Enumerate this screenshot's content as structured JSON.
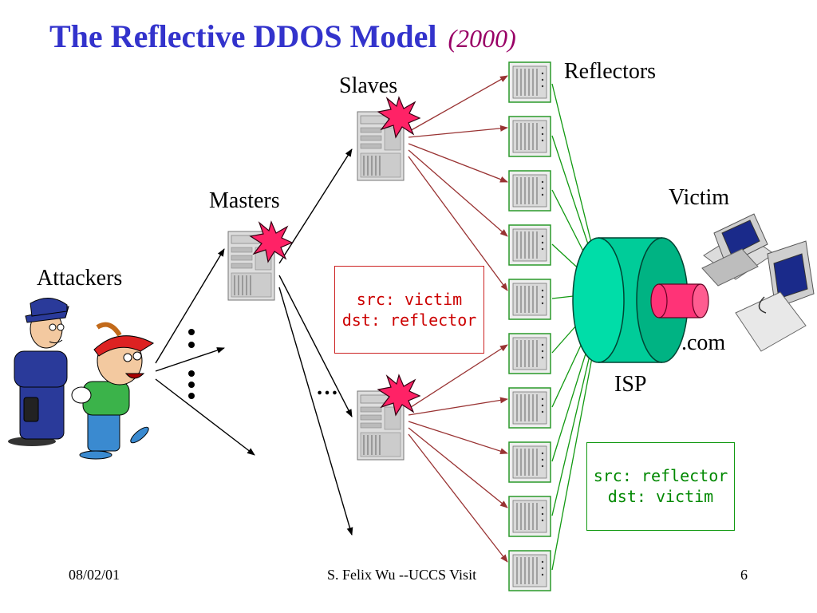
{
  "title": {
    "main": "The Reflective DDOS Model",
    "year": "(2000)"
  },
  "labels": {
    "reflectors": "Reflectors",
    "slaves": "Slaves",
    "masters": "Masters",
    "attackers": "Attackers",
    "victim": "Victim",
    "com": ".com",
    "isp": "ISP",
    "ellipsis": "…"
  },
  "boxes": {
    "request": {
      "line1": "src: victim",
      "line2": "dst: reflector"
    },
    "response": {
      "line1": "src: reflector",
      "line2": "dst: victim"
    }
  },
  "footer": {
    "date": "08/02/01",
    "author": "S. Felix Wu --UCCS Visit",
    "page": "6"
  },
  "colors": {
    "title": "#3333cc",
    "year": "#990066",
    "request_arrow": "#993333",
    "response_arrow": "#119911",
    "isp_cylinder": "#00cc99",
    "victim_pipe": "#ff3377",
    "starburst": "#ff2266"
  },
  "icons": [
    "attacker-cartoon-icon",
    "master-server-icon",
    "slave-server-icon",
    "reflector-server-icon",
    "isp-cylinder-icon",
    "victim-computer-icon",
    "starburst-icon"
  ]
}
